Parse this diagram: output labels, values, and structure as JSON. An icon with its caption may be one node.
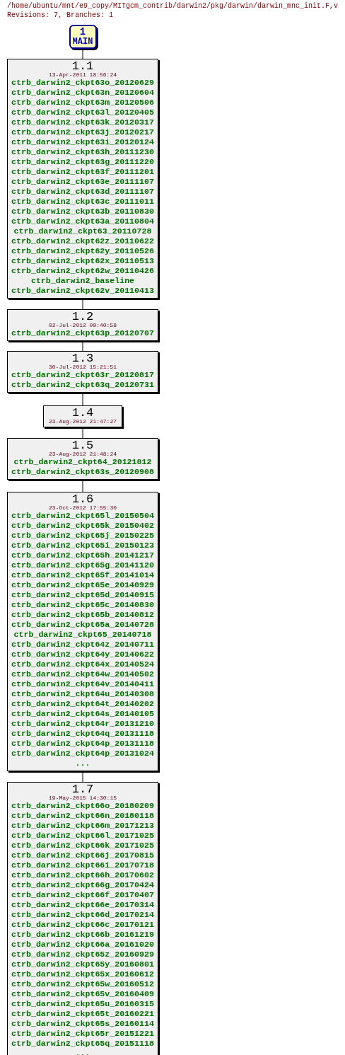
{
  "diagram": {
    "title": "/home/ubuntu/mnt/e9_copy/MITgcm_contrib/darwin2/pkg/darwin/darwin_mnc_init.F,v",
    "nodes": [
      {
        "text": [
          "1",
          "MAIN"
        ]
      },
      {
        "text": [
          "1.1",
          "13-Apr-2011 18:56:24",
          "ctrb_darwin2_ckpt63o_20120629",
          "ctrb_darwin2_ckpt63n_20120604",
          "ctrb_darwin2_ckpt63m_20120506",
          "ctrb_darwin2_ckpt63l_20120405",
          "ctrb_darwin2_ckpt63k_20120317",
          "ctrb_darwin2_ckpt63j_20120217",
          "ctrb_darwin2_ckpt63i_20120124",
          "ctrb_darwin2_ckpt63h_20111230",
          "ctrb_darwin2_ckpt63g_20111220",
          "ctrb_darwin2_ckpt63f_20111201",
          "ctrb_darwin2_ckpt63e_20111107",
          "ctrb_darwin2_ckpt63d_20111107",
          "ctrb_darwin2_ckpt63c_20111011",
          "ctrb_darwin2_ckpt63b_20110830",
          "ctrb_darwin2_ckpt63a_20110804",
          "ctrb_darwin2_ckpt63_20110728",
          "ctrb_darwin2_ckpt62z_20110622",
          "ctrb_darwin2_ckpt62y_20110526",
          "ctrb_darwin2_ckpt62x_20110513",
          "ctrb_darwin2_ckpt62w_20110426",
          "ctrb_darwin2_baseline",
          "ctrb_darwin2_ckpt62v_20110413"
        ]
      },
      {
        "text": [
          "1.2",
          "02-Jul-2012 09:40:58",
          "ctrb_darwin2_ckpt63p_20120707"
        ]
      },
      {
        "text": [
          "1.3",
          "30-Jul-2012 15:21:51",
          "ctrb_darwin2_ckpt63r_20120817",
          "ctrb_darwin2_ckpt63q_20120731"
        ]
      },
      {
        "text": [
          "1.4",
          "23-Aug-2012 21:47:27"
        ]
      },
      {
        "text": [
          "1.5",
          "23-Aug-2012 21:48:24",
          "ctrb_darwin2_ckpt64_20121012",
          "ctrb_darwin2_ckpt63s_20120908"
        ]
      },
      {
        "text": [
          "1.6",
          "23-Oct-2012 17:55:30",
          "ctrb_darwin2_ckpt65l_20150504",
          "ctrb_darwin2_ckpt65k_20150402",
          "ctrb_darwin2_ckpt65j_20150225",
          "ctrb_darwin2_ckpt65i_20150123",
          "ctrb_darwin2_ckpt65h_20141217",
          "ctrb_darwin2_ckpt65g_20141120",
          "ctrb_darwin2_ckpt65f_20141014",
          "ctrb_darwin2_ckpt65e_20140929",
          "ctrb_darwin2_ckpt65d_20140915",
          "ctrb_darwin2_ckpt65c_20140830",
          "ctrb_darwin2_ckpt65b_20140812",
          "ctrb_darwin2_ckpt65a_20140728",
          "ctrb_darwin2_ckpt65_20140718",
          "ctrb_darwin2_ckpt64z_20140711",
          "ctrb_darwin2_ckpt64y_20140622",
          "ctrb_darwin2_ckpt64x_20140524",
          "ctrb_darwin2_ckpt64w_20140502",
          "ctrb_darwin2_ckpt64v_20140411",
          "ctrb_darwin2_ckpt64u_20140308",
          "ctrb_darwin2_ckpt64t_20140202",
          "ctrb_darwin2_ckpt64s_20140105",
          "ctrb_darwin2_ckpt64r_20131210",
          "ctrb_darwin2_ckpt64q_20131118",
          "ctrb_darwin2_ckpt64p_20131118",
          "ctrb_darwin2_ckpt64p_20131024",
          "..."
        ]
      },
      {
        "text": [
          "1.7",
          "19-May-2015 14:30:15",
          "ctrb_darwin2_ckpt66o_20180209",
          "ctrb_darwin2_ckpt66n_20180118",
          "ctrb_darwin2_ckpt66m_20171213",
          "ctrb_darwin2_ckpt66l_20171025",
          "ctrb_darwin2_ckpt66k_20171025",
          "ctrb_darwin2_ckpt66j_20170815",
          "ctrb_darwin2_ckpt66i_20170718",
          "ctrb_darwin2_ckpt66h_20170602",
          "ctrb_darwin2_ckpt66g_20170424",
          "ctrb_darwin2_ckpt66f_20170407",
          "ctrb_darwin2_ckpt66e_20170314",
          "ctrb_darwin2_ckpt66d_20170214",
          "ctrb_darwin2_ckpt66c_20170121",
          "ctrb_darwin2_ckpt66b_20161219",
          "ctrb_darwin2_ckpt66a_20161020",
          "ctrb_darwin2_ckpt65z_20160929",
          "ctrb_darwin2_ckpt65y_20160801",
          "ctrb_darwin2_ckpt65x_20160612",
          "ctrb_darwin2_ckpt65w_20160512",
          "ctrb_darwin2_ckpt65v_20160409",
          "ctrb_darwin2_ckpt65u_20160315",
          "ctrb_darwin2_ckpt65t_20160221",
          "ctrb_darwin2_ckpt65s_20160114",
          "ctrb_darwin2_ckpt65r_20151221",
          "ctrb_darwin2_ckpt65q_20151118",
          "..."
        ]
      }
    ],
    "edges": [
      {
        "from": 0,
        "to": 1,
        "arrow": "none"
      },
      {
        "from": 1,
        "to": 2,
        "arrow": "none"
      },
      {
        "from": 2,
        "to": 3,
        "arrow": "none"
      },
      {
        "from": 3,
        "to": 4,
        "arrow": "none"
      },
      {
        "from": 4,
        "to": 5,
        "arrow": "none"
      },
      {
        "from": 5,
        "to": 6,
        "arrow": "none"
      },
      {
        "from": 6,
        "to": 7,
        "arrow": "none"
      }
    ],
    "labels": [
      "Revisions: 7, Branches: 1"
    ]
  }
}
